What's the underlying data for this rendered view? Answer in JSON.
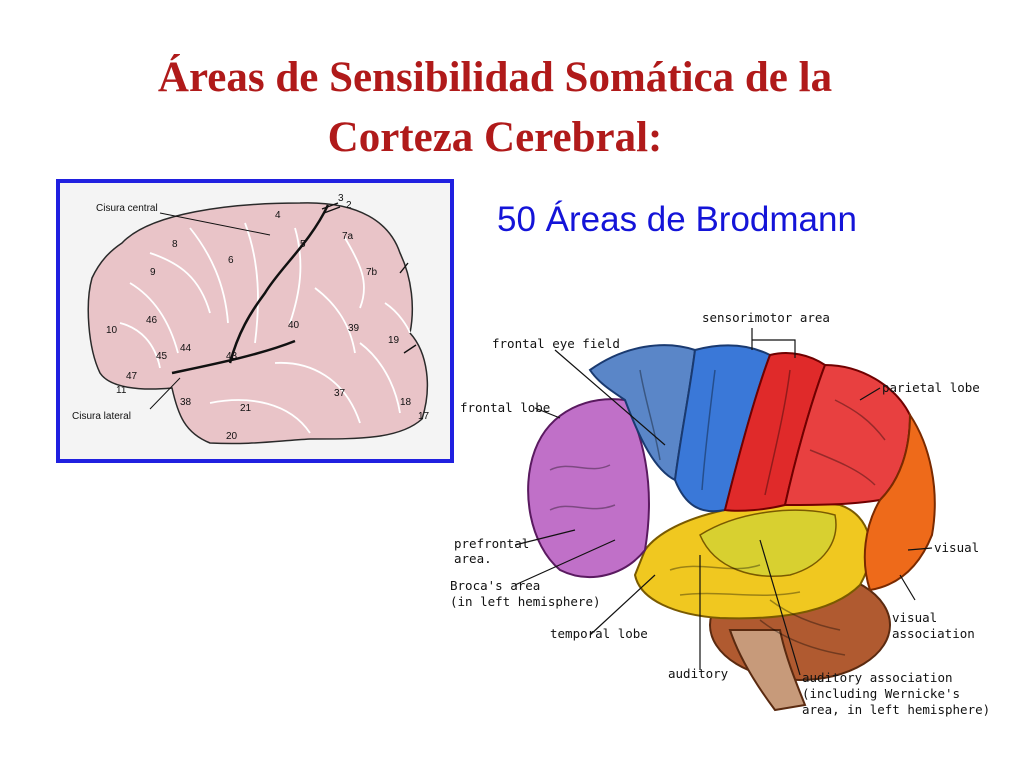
{
  "slide": {
    "title_line1": "Áreas de Sensibilidad Somática de la",
    "title_line2": "Corteza Cerebral:",
    "subtitle": "50 Áreas de Brodmann",
    "colors": {
      "title": "#b01a1a",
      "subtitle": "#1414d8",
      "panel_border": "#2020e0"
    }
  },
  "brodmann_map": {
    "labels": {
      "central_fissure": "Cisura central",
      "lateral_fissure": "Cisura lateral"
    },
    "areas": [
      "4",
      "3",
      "2",
      "8",
      "6",
      "5",
      "7a",
      "9",
      "7b",
      "10",
      "46",
      "40",
      "39",
      "45",
      "44",
      "43",
      "19",
      "47",
      "11",
      "38",
      "21",
      "37",
      "18",
      "17",
      "20"
    ]
  },
  "brain_diagram": {
    "labels": {
      "sensorimotor": "sensorimotor area",
      "frontal_eye": "frontal eye field",
      "parietal": "parietal lobe",
      "frontal": "frontal lobe",
      "prefrontal_1": "prefrontal",
      "prefrontal_2": "area.",
      "visual": "visual",
      "broca_1": "Broca's area",
      "broca_2": "(in left hemisphere)",
      "visual_assoc_1": "visual",
      "visual_assoc_2": "association",
      "temporal": "temporal lobe",
      "auditory": "auditory",
      "aud_assoc_1": "auditory association",
      "aud_assoc_2": "(including Wernicke's",
      "aud_assoc_3": "area, in left hemisphere)"
    },
    "region_colors": {
      "prefrontal": "#c070c8",
      "frontal_eye": "#5a86c8",
      "motor": "#3a78d8",
      "sensory": "#e02a2a",
      "parietal": "#e84040",
      "visual": "#ee6a1a",
      "temporal": "#f0c820",
      "auditory_assoc": "#d8d030",
      "cerebellum": "#b05a30"
    }
  }
}
